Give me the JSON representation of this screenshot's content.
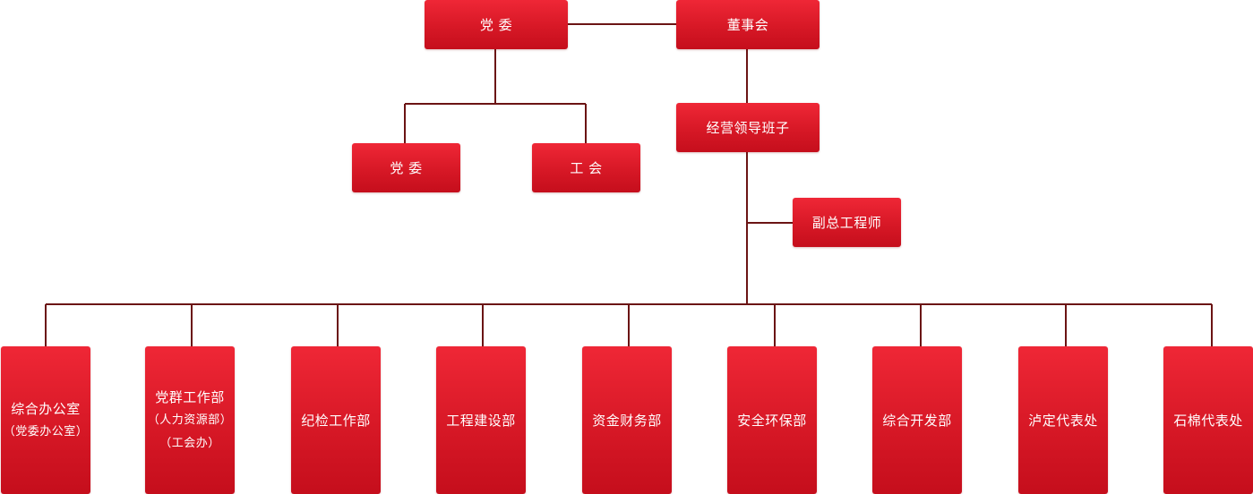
{
  "top": {
    "party_committee": "党 委",
    "board": "董事会"
  },
  "second_row": {
    "party_committee": "党 委",
    "trade_union": "工 会",
    "leadership_team": "经营领导班子"
  },
  "deputy_chief_engineer": "副总工程师",
  "departments": [
    {
      "name": "综合办公室",
      "sub": [
        "（党委办公室）"
      ]
    },
    {
      "name": "党群工作部",
      "sub": [
        "（人力资源部）",
        "（工会办）"
      ]
    },
    {
      "name": "纪检工作部",
      "sub": []
    },
    {
      "name": "工程建设部",
      "sub": []
    },
    {
      "name": "资金财务部",
      "sub": []
    },
    {
      "name": "安全环保部",
      "sub": []
    },
    {
      "name": "综合开发部",
      "sub": []
    },
    {
      "name": "泸定代表处",
      "sub": []
    },
    {
      "name": "石棉代表处",
      "sub": []
    }
  ],
  "colors": {
    "box_top": "#ef2736",
    "box_bottom": "#c50e1c",
    "connector": "#6b1414",
    "text": "#ffffff"
  }
}
